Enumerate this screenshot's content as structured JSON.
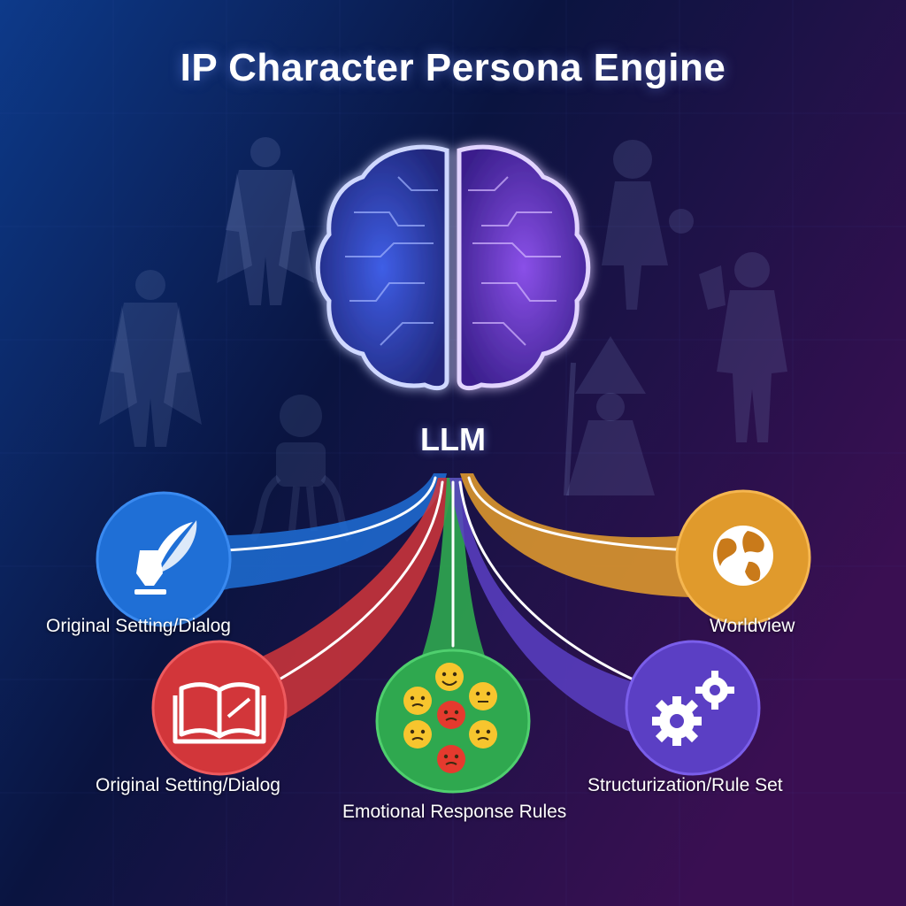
{
  "title": "IP Character Persona Engine",
  "center": {
    "label": "LLM",
    "icon": "brain-circuit-icon"
  },
  "nodes": [
    {
      "id": "original-setting-dialog-1",
      "label": "Original Setting/Dialog",
      "icon": "quill-pen-icon",
      "color": "#1f6fd6"
    },
    {
      "id": "original-setting-dialog-2",
      "label": "Original Setting/Dialog",
      "icon": "open-book-icon",
      "color": "#d2363a"
    },
    {
      "id": "emotional-response-rules",
      "label": "Emotional Response Rules",
      "icon": "emoji-faces-icon",
      "color": "#2fa84f"
    },
    {
      "id": "structurization-rule-set",
      "label": "Structurization/Rule Set",
      "icon": "gears-icon",
      "color": "#5b3fc4"
    },
    {
      "id": "worldview",
      "label": "Worldview",
      "icon": "globe-icon",
      "color": "#e09a2c"
    }
  ],
  "background_icons": [
    "superhero-silhouette-icon",
    "superhero-silhouette-icon",
    "robot-silhouette-icon",
    "anime-girl-silhouette-icon",
    "wizard-silhouette-icon",
    "warrior-silhouette-icon"
  ]
}
